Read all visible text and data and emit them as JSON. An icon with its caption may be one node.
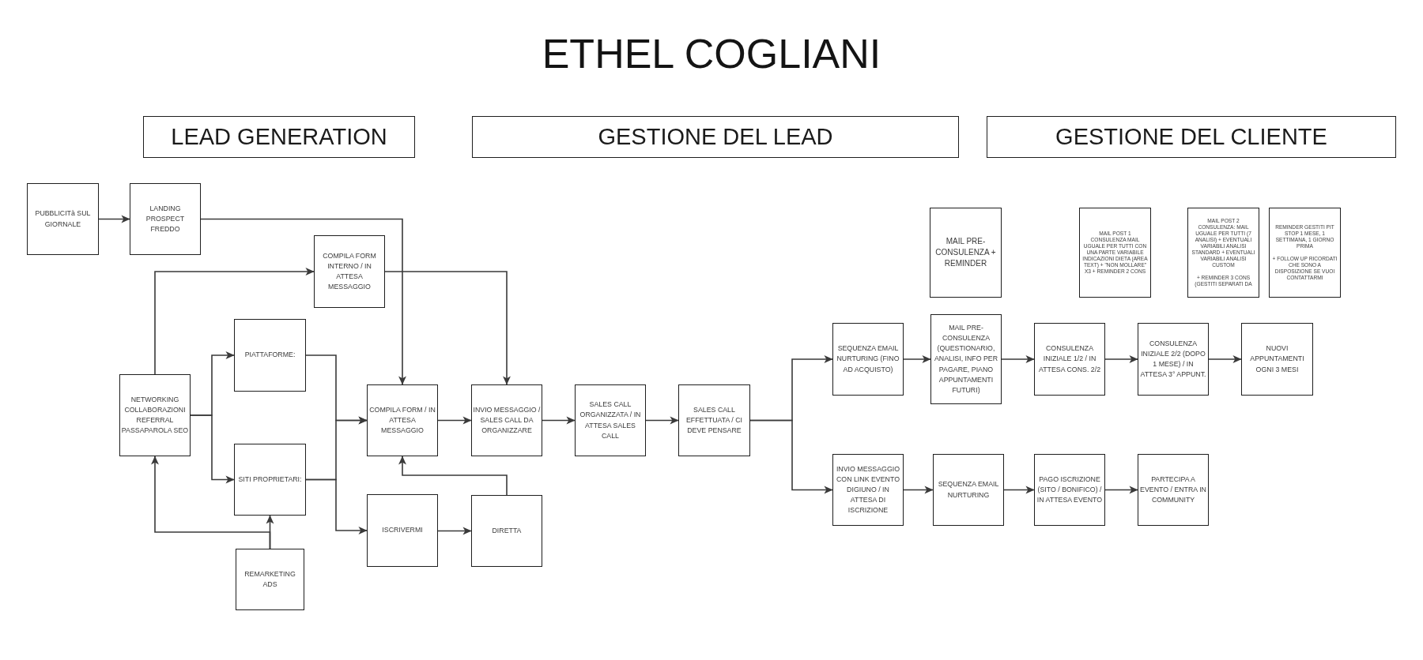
{
  "diagram": {
    "title": "ETHEL COGLIANI",
    "nodes": [
      {
        "text": [
          "LEAD GENERATION"
        ]
      },
      {
        "text": [
          "GESTIONE DEL LEAD"
        ]
      },
      {
        "text": [
          "GESTIONE DEL CLIENTE"
        ]
      },
      {
        "text": [
          "PUBBLICITà SUL GIORNALE"
        ]
      },
      {
        "text": [
          "LANDING PROSPECT FREDDO"
        ]
      },
      {
        "text": [
          "MAIL PRE- CONSULENZA + REMINDER"
        ]
      },
      {
        "text": [
          "MAIL POST 1 CONSULENZA MAIL UGUALE PER TUTTI CON UNA PARTE VARIABILE INDICAZIONI DIETA (AREA TEXT) + \"NON MOLLARE\" X3 + REMINDER 2 CONS"
        ]
      },
      {
        "text": [
          "MAIL POST 2 CONSULENZA: MAIL UGUALE PER TUTTI (7 ANALISI) + EVENTUALI VARIABILI ANALISI STANDARD + EVENTUALI VARIABILI ANALISI CUSTOM",
          "+ REMINDER 3 CONS (GESTITI SEPARATI DA"
        ]
      },
      {
        "text": [
          "REMINDER GESTITI PIT STOP 1 MESE, 1 SETTIMANA, 1 GIORNO PRIMA",
          "+ FOLLOW UP RICORDATI CHE SONO A DISPOSIZIONE SE VUOI CONTATTARMI"
        ]
      },
      {
        "text": [
          "COMPILA FORM INTERNO / IN ATTESA MESSAGGIO"
        ]
      },
      {
        "text": [
          "PIATTAFORME:"
        ]
      },
      {
        "text": [
          "NETWORKING COLLABORAZIONI REFERRAL PASSAPAROLA SEO"
        ]
      },
      {
        "text": [
          "COMPILA FORM / IN ATTESA MESSAGGIO"
        ]
      },
      {
        "text": [
          "INVIO MESSAGGIO / SALES CALL DA ORGANIZZARE"
        ]
      },
      {
        "text": [
          "SALES CALL ORGANIZZATA / IN ATTESA SALES CALL"
        ]
      },
      {
        "text": [
          "SALES CALL EFFETTUATA / CI DEVE PENSARE"
        ]
      },
      {
        "text": [
          "SEQUENZA EMAIL NURTURING (FINO AD ACQUISTO)"
        ]
      },
      {
        "text": [
          "MAIL PRE- CONSULENZA (QUESTIONARIO, ANALISI, INFO PER PAGARE, PIANO APPUNTAMENTI FUTURI)"
        ]
      },
      {
        "text": [
          "CONSULENZA INIZIALE 1/2 / IN ATTESA CONS. 2/2"
        ]
      },
      {
        "text": [
          "CONSULENZA INIZIALE 2/2 (DOPO 1 MESE) / IN ATTESA 3° APPUNT."
        ]
      },
      {
        "text": [
          "NUOVI APPUNTAMENTI OGNI 3 MESI"
        ]
      },
      {
        "text": [
          "SITI PROPRIETARI:"
        ]
      },
      {
        "text": [
          "ISCRIVERMI"
        ]
      },
      {
        "text": [
          "DIRETTA"
        ]
      },
      {
        "text": [
          "INVIO MESSAGGIO CON LINK EVENTO DIGIUNO / IN ATTESA DI ISCRIZIONE"
        ]
      },
      {
        "text": [
          "SEQUENZA EMAIL NURTURING"
        ]
      },
      {
        "text": [
          "PAGO ISCRIZIONE (SITO / BONIFICO) / IN ATTESA EVENTO"
        ]
      },
      {
        "text": [
          "PARTECIPA A EVENTO / ENTRA IN COMMUNITY"
        ]
      },
      {
        "text": [
          "REMARKETING ADS"
        ]
      }
    ],
    "edges": [
      {
        "from": 3,
        "to": 4,
        "arrow": "to"
      },
      {
        "from": 4,
        "to": 12,
        "arrow": "to"
      },
      {
        "from": 11,
        "to": 9,
        "arrow": "to"
      },
      {
        "from": 9,
        "to": 13,
        "arrow": "to"
      },
      {
        "from": 11,
        "to": 10,
        "arrow": "to"
      },
      {
        "from": 11,
        "to": 21,
        "arrow": "to"
      },
      {
        "from": 10,
        "to": 12,
        "arrow": "to"
      },
      {
        "from": 21,
        "to": 12,
        "arrow": "to"
      },
      {
        "from": 21,
        "to": 22,
        "arrow": "to"
      },
      {
        "from": 28,
        "to": 21,
        "arrow": "to"
      },
      {
        "from": 28,
        "to": 11,
        "arrow": "to"
      },
      {
        "from": 22,
        "to": 23,
        "arrow": "to"
      },
      {
        "from": 23,
        "to": 12,
        "arrow": "to"
      },
      {
        "from": 12,
        "to": 13,
        "arrow": "to"
      },
      {
        "from": 13,
        "to": 14,
        "arrow": "to"
      },
      {
        "from": 14,
        "to": 15,
        "arrow": "to"
      },
      {
        "from": 15,
        "to": 16,
        "arrow": "to"
      },
      {
        "from": 15,
        "to": 24,
        "arrow": "to"
      },
      {
        "from": 16,
        "to": 17,
        "arrow": "to"
      },
      {
        "from": 17,
        "to": 18,
        "arrow": "to"
      },
      {
        "from": 18,
        "to": 19,
        "arrow": "to"
      },
      {
        "from": 19,
        "to": 20,
        "arrow": "to"
      },
      {
        "from": 24,
        "to": 25,
        "arrow": "to"
      },
      {
        "from": 25,
        "to": 26,
        "arrow": "to"
      },
      {
        "from": 26,
        "to": 27,
        "arrow": "to"
      }
    ]
  }
}
